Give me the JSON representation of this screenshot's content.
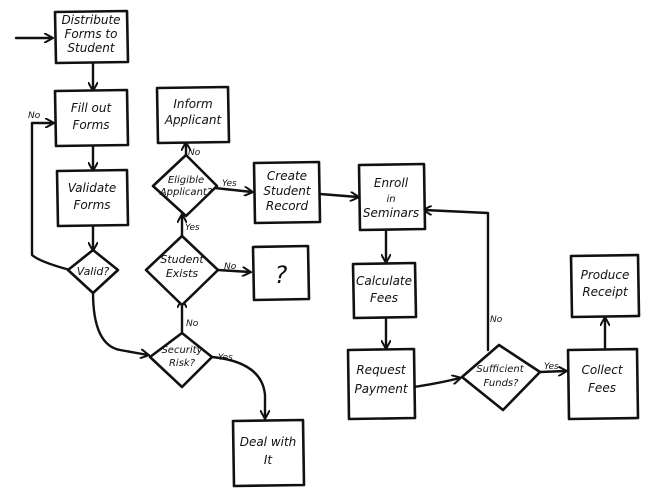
{
  "nodes": {
    "distribute": {
      "lines": [
        "Distribute",
        "Forms to",
        "Student"
      ]
    },
    "fill_out": {
      "lines": [
        "Fill out",
        "Forms"
      ]
    },
    "validate": {
      "lines": [
        "Validate",
        "Forms"
      ]
    },
    "valid": {
      "lines": [
        "Valid?"
      ]
    },
    "inform": {
      "lines": [
        "Inform",
        "Applicant"
      ]
    },
    "eligible": {
      "lines": [
        "Eligible",
        "Applicant?"
      ]
    },
    "create_student": {
      "lines": [
        "Create",
        "Student",
        "Record"
      ]
    },
    "student_exists": {
      "lines": [
        "Student",
        "Exists"
      ]
    },
    "unknown": {
      "lines": [
        "?"
      ]
    },
    "security_risk": {
      "lines": [
        "Security",
        "Risk?"
      ]
    },
    "deal_with": {
      "lines": [
        "Deal with",
        "It"
      ]
    },
    "enroll": {
      "lines": [
        "Enroll",
        "in",
        "Seminars"
      ]
    },
    "calculate_fees": {
      "lines": [
        "Calculate",
        "Fees"
      ]
    },
    "request_payment": {
      "lines": [
        "Request",
        "Payment"
      ]
    },
    "sufficient_funds": {
      "lines": [
        "Sufficient",
        "Funds?"
      ]
    },
    "collect_fees": {
      "lines": [
        "Collect",
        "Fees"
      ]
    },
    "produce_receipt": {
      "lines": [
        "Produce",
        "Receipt"
      ]
    }
  },
  "edge_labels": {
    "valid_no": "No",
    "eligible_no": "No",
    "eligible_yes": "Yes",
    "exists_yes": "Yes",
    "exists_no": "No",
    "security_no": "No",
    "security_yes": "Yes",
    "funds_no": "No",
    "funds_yes": "Yes"
  }
}
